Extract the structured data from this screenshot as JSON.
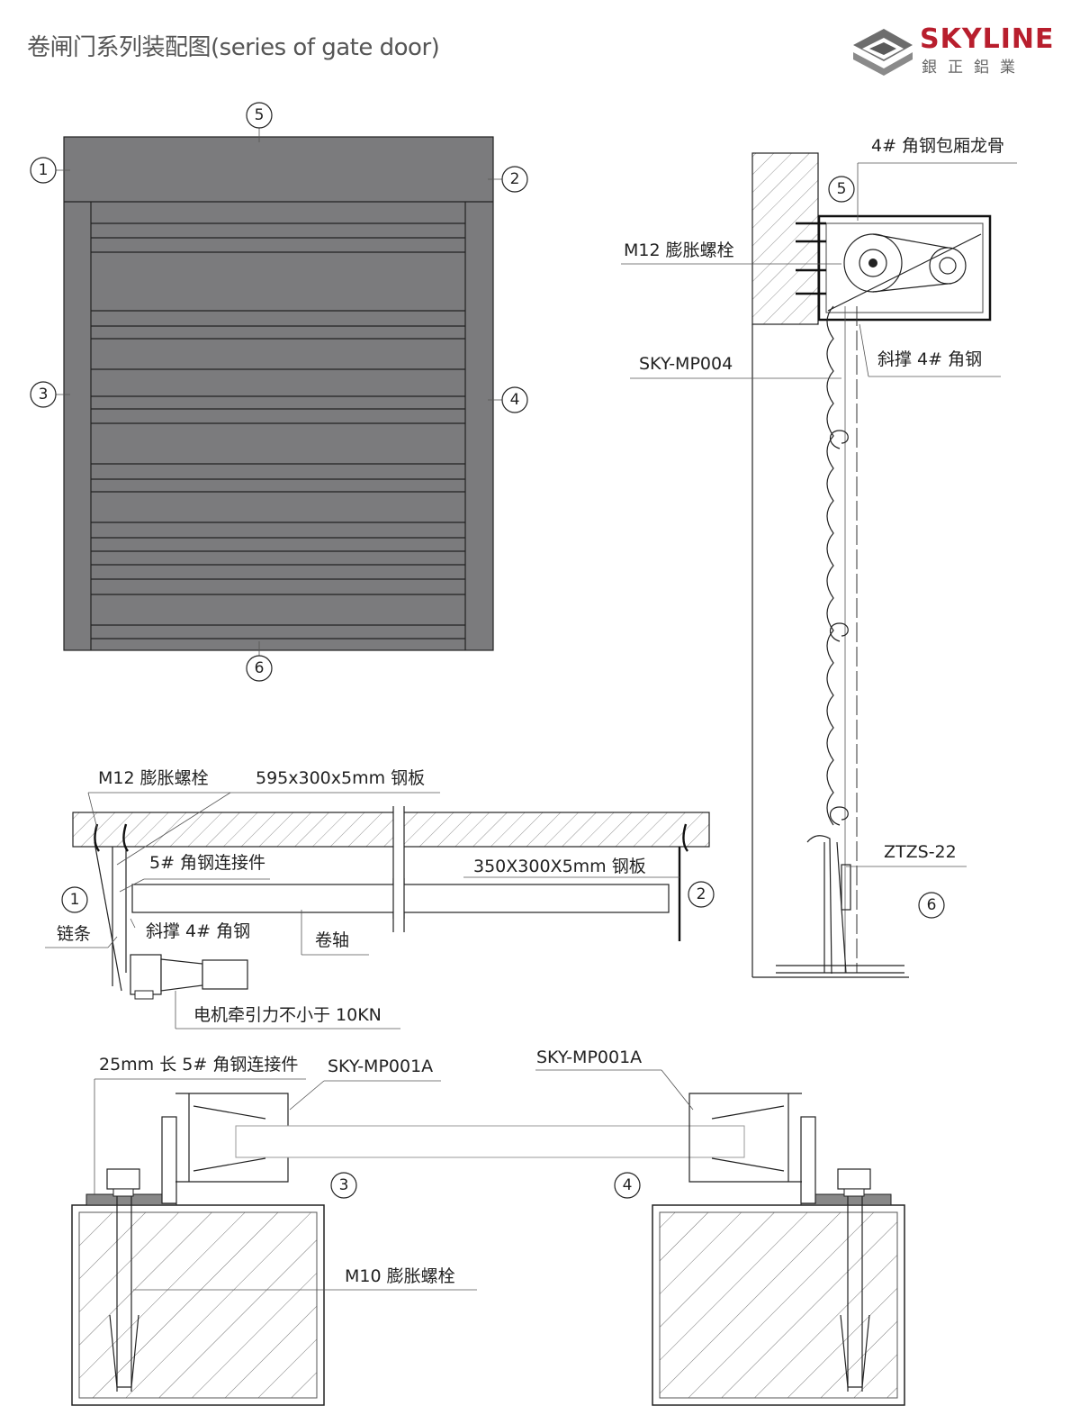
{
  "header": {
    "title": "卷闸门系列装配图(series of gate door)",
    "brand": "SKYLINE",
    "brand_sub": "銀正鋁業"
  },
  "markers": [
    "1",
    "2",
    "3",
    "4",
    "5",
    "6"
  ],
  "labels": {
    "head_angle": "4# 角钢包厢龙骨",
    "m12_bolt": "M12 膨胀螺栓",
    "slat_profile": "SKY-MP004",
    "brace": "斜撑 4# 角钢",
    "bottom_profile": "ZTZS-22",
    "plan_bolt": "M12 膨胀螺栓",
    "plate_595": "595x300x5mm 钢板",
    "connector_5": "5# 角钢连接件",
    "plate_350": "350X300X5mm 钢板",
    "chain": "链条",
    "plan_brace": "斜撑 4# 角钢",
    "shaft": "卷轴",
    "motor": "电机牵引力不小于 10KN",
    "connector_25": "25mm 长 5# 角钢连接件",
    "guide_left": "SKY-MP001A",
    "guide_right": "SKY-MP001A",
    "m10_bolt": "M10 膨胀螺栓"
  },
  "colors": {
    "door_fill": "#7b7b7d",
    "brand_red": "#b81e2d",
    "logo_grey": "#707070"
  }
}
